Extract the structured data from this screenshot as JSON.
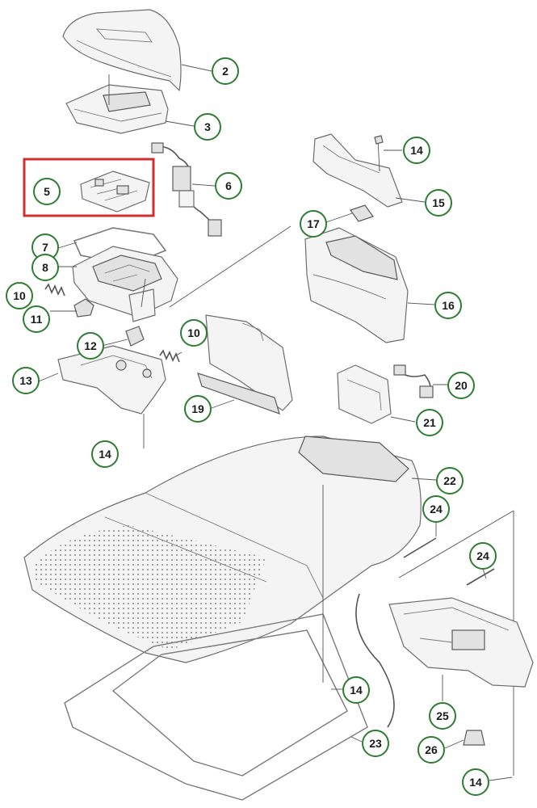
{
  "highlight_color": "#d32f2f",
  "bubble_color": "#2e7d32",
  "callouts": [
    {
      "id": "c2",
      "label": "2"
    },
    {
      "id": "c3",
      "label": "3"
    },
    {
      "id": "c5",
      "label": "5"
    },
    {
      "id": "c6",
      "label": "6"
    },
    {
      "id": "c7",
      "label": "7"
    },
    {
      "id": "c8",
      "label": "8"
    },
    {
      "id": "c10a",
      "label": "10"
    },
    {
      "id": "c11",
      "label": "11"
    },
    {
      "id": "c12",
      "label": "12"
    },
    {
      "id": "c10b",
      "label": "10"
    },
    {
      "id": "c13",
      "label": "13"
    },
    {
      "id": "c14a",
      "label": "14"
    },
    {
      "id": "c14b",
      "label": "14"
    },
    {
      "id": "c15",
      "label": "15"
    },
    {
      "id": "c17",
      "label": "17"
    },
    {
      "id": "c16",
      "label": "16"
    },
    {
      "id": "c19",
      "label": "19"
    },
    {
      "id": "c20",
      "label": "20"
    },
    {
      "id": "c21",
      "label": "21"
    },
    {
      "id": "c22",
      "label": "22"
    },
    {
      "id": "c24a",
      "label": "24"
    },
    {
      "id": "c24b",
      "label": "24"
    },
    {
      "id": "c25",
      "label": "25"
    },
    {
      "id": "c14c",
      "label": "14"
    },
    {
      "id": "c23",
      "label": "23"
    },
    {
      "id": "c26",
      "label": "26"
    },
    {
      "id": "c14d",
      "label": "14"
    }
  ]
}
